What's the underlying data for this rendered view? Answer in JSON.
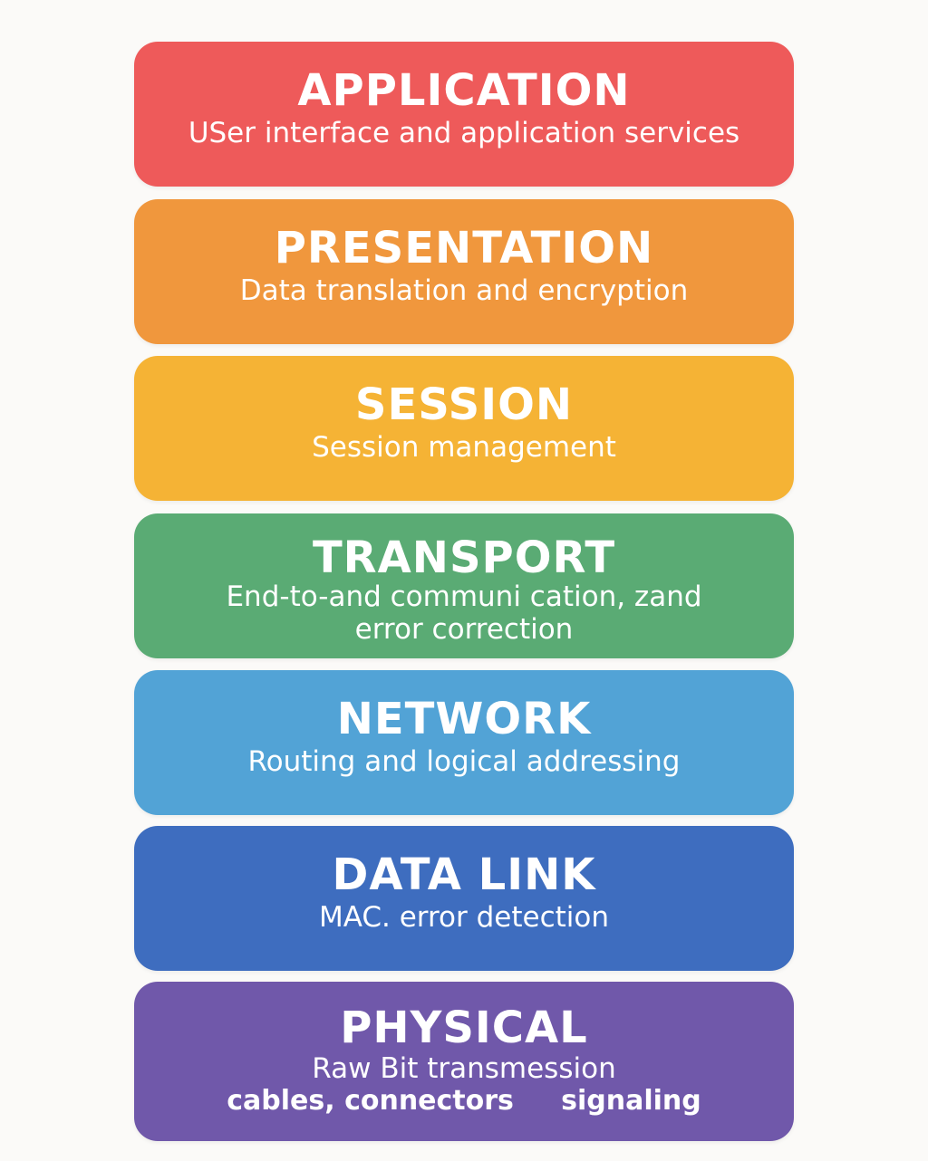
{
  "layers": [
    {
      "title": "APPLICATION",
      "desc": [
        "USer interface and application services"
      ],
      "color": "#ee5a5a"
    },
    {
      "title": "PRESENTATION",
      "desc": [
        "Data translation and encryption"
      ],
      "color": "#f0973d"
    },
    {
      "title": "SESSION",
      "desc": [
        "Session management"
      ],
      "color": "#f5b335"
    },
    {
      "title": "TRANSPORT",
      "desc": [
        "End-to-and communi cation, zand",
        "error correction"
      ],
      "color": "#5aab74"
    },
    {
      "title": "NETWORK",
      "desc": [
        "Routing and logical addressing"
      ],
      "color": "#52a3d6"
    },
    {
      "title": "DATA LINK",
      "desc": [
        "MAC. error detection"
      ],
      "color": "#3e6dbf"
    },
    {
      "title": "PHYSICAL",
      "desc": [
        "Raw Bit transmession",
        "cables, connectors     signaling"
      ],
      "color": "#7058aa"
    }
  ]
}
